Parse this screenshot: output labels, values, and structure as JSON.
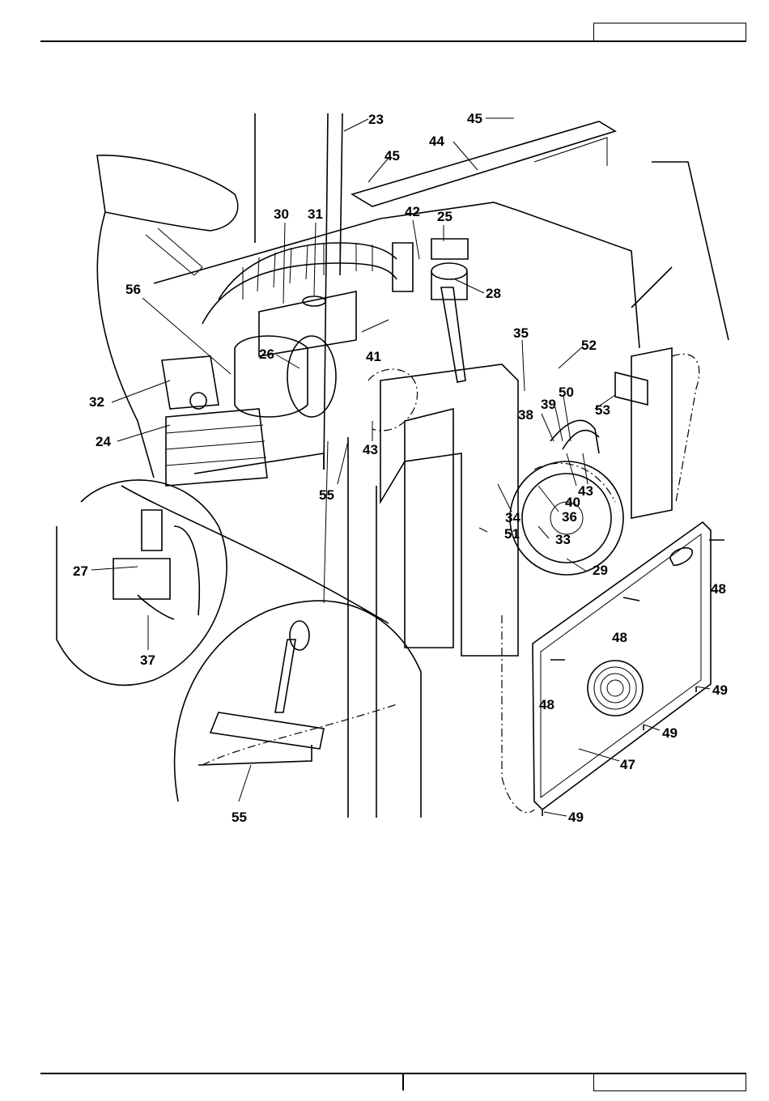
{
  "header": {
    "page_box_text": ""
  },
  "footer": {
    "left_box_text": "",
    "right_box_text": ""
  },
  "figure": {
    "callouts": [
      {
        "id": "c23",
        "text": "23"
      },
      {
        "id": "c44",
        "text": "44"
      },
      {
        "id": "c45a",
        "text": "45"
      },
      {
        "id": "c45b",
        "text": "45"
      },
      {
        "id": "c30",
        "text": "30"
      },
      {
        "id": "c31",
        "text": "31"
      },
      {
        "id": "c42",
        "text": "42"
      },
      {
        "id": "c25",
        "text": "25"
      },
      {
        "id": "c28",
        "text": "28"
      },
      {
        "id": "c56",
        "text": "56"
      },
      {
        "id": "c41",
        "text": "41"
      },
      {
        "id": "c26",
        "text": "26"
      },
      {
        "id": "c35",
        "text": "35"
      },
      {
        "id": "c52",
        "text": "52"
      },
      {
        "id": "c32",
        "text": "32"
      },
      {
        "id": "c50",
        "text": "50"
      },
      {
        "id": "c39",
        "text": "39"
      },
      {
        "id": "c53",
        "text": "53"
      },
      {
        "id": "c38",
        "text": "38"
      },
      {
        "id": "c24",
        "text": "24"
      },
      {
        "id": "c43a",
        "text": "43"
      },
      {
        "id": "c43b",
        "text": "43"
      },
      {
        "id": "c40",
        "text": "40"
      },
      {
        "id": "c55a",
        "text": "55"
      },
      {
        "id": "c34",
        "text": "34"
      },
      {
        "id": "c36",
        "text": "36"
      },
      {
        "id": "c51",
        "text": "51"
      },
      {
        "id": "c33",
        "text": "33"
      },
      {
        "id": "c27",
        "text": "27"
      },
      {
        "id": "c29",
        "text": "29"
      },
      {
        "id": "c48a",
        "text": "48"
      },
      {
        "id": "c48b",
        "text": "48"
      },
      {
        "id": "c48c",
        "text": "48"
      },
      {
        "id": "c37",
        "text": "37"
      },
      {
        "id": "c49a",
        "text": "49"
      },
      {
        "id": "c49b",
        "text": "49"
      },
      {
        "id": "c47",
        "text": "47"
      },
      {
        "id": "c55b",
        "text": "55"
      },
      {
        "id": "c49c",
        "text": "49"
      }
    ]
  }
}
